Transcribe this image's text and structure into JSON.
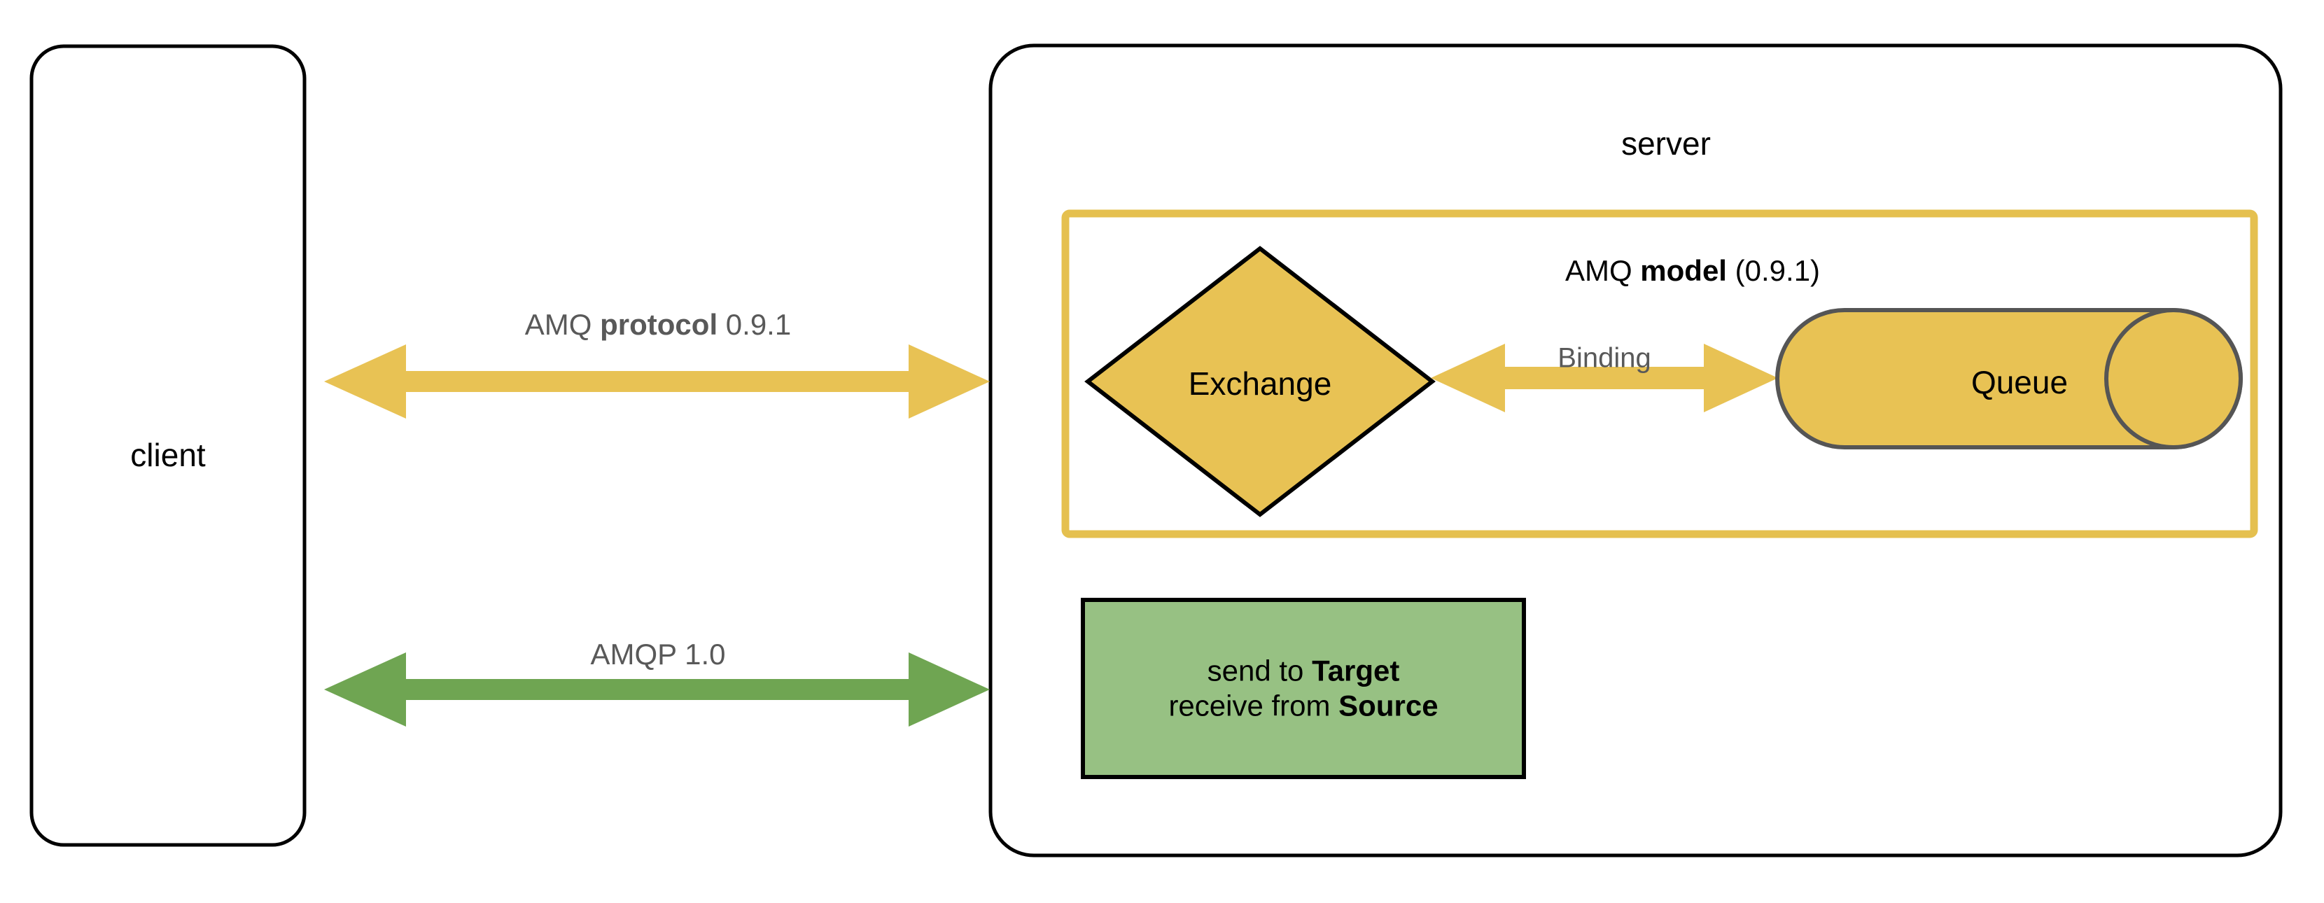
{
  "diagram": {
    "title": "AMQP protocol and AMQ model overview",
    "colors": {
      "yellow_fill": "#E8C254",
      "yellow_stroke": "#E5C04F",
      "green_fill": "#97C183",
      "green_arrow": "#6FA552",
      "node_stroke": "#000000",
      "queue_stroke": "#555555",
      "text_gray": "#595959",
      "text_black": "#000000",
      "background": "#FFFFFF"
    }
  },
  "client": {
    "label": "client"
  },
  "server": {
    "label": "server"
  },
  "model_box": {
    "label_prefix": "AMQ ",
    "label_bold": "model",
    "label_suffix": " (0.9.1)"
  },
  "exchange": {
    "label": "Exchange"
  },
  "binding": {
    "label": "Binding"
  },
  "queue": {
    "label": "Queue"
  },
  "protocol_arrow": {
    "label_prefix": "AMQ ",
    "label_bold": "protocol",
    "label_suffix": " 0.9.1"
  },
  "amqp_arrow": {
    "label": "AMQP 1.0"
  },
  "amqp_box": {
    "line1_prefix": "send to ",
    "line1_bold": "Target",
    "line2_prefix": "receive from ",
    "line2_bold": "Source"
  }
}
